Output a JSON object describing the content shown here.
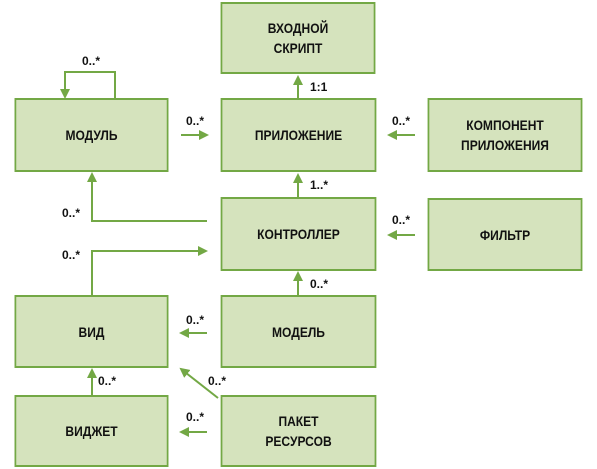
{
  "colors": {
    "box_fill": "#d5e3bd",
    "box_border": "#73a845",
    "line": "#73a845",
    "text": "#111111"
  },
  "boxes": {
    "input_script": [
      "ВХОДНОЙ",
      "СКРИПТ"
    ],
    "module": [
      "МОДУЛЬ"
    ],
    "application": [
      "ПРИЛОЖЕНИЕ"
    ],
    "app_component": [
      "КОМПОНЕНТ",
      "ПРИЛОЖЕНИЯ"
    ],
    "controller": [
      "КОНТРОЛЛЕР"
    ],
    "filter": [
      "ФИЛЬТР"
    ],
    "view": [
      "ВИД"
    ],
    "model": [
      "МОДЕЛЬ"
    ],
    "widget": [
      "ВИДЖЕТ"
    ],
    "resource_bundle": [
      "ПАКЕТ",
      "РЕСУРСОВ"
    ]
  },
  "multiplicities": {
    "module_self": "0..*",
    "app_to_script": "1:1",
    "module_to_app": "0..*",
    "component_to_app": "0..*",
    "controller_to_app": "1..*",
    "controller_to_module": "0..*",
    "filter_to_controller": "0..*",
    "view_to_controller": "0..*",
    "model_to_controller": "0..*",
    "model_to_view": "0..*",
    "bundle_to_view": "0..*",
    "widget_to_view": "0..*",
    "bundle_to_widget": "0..*"
  }
}
